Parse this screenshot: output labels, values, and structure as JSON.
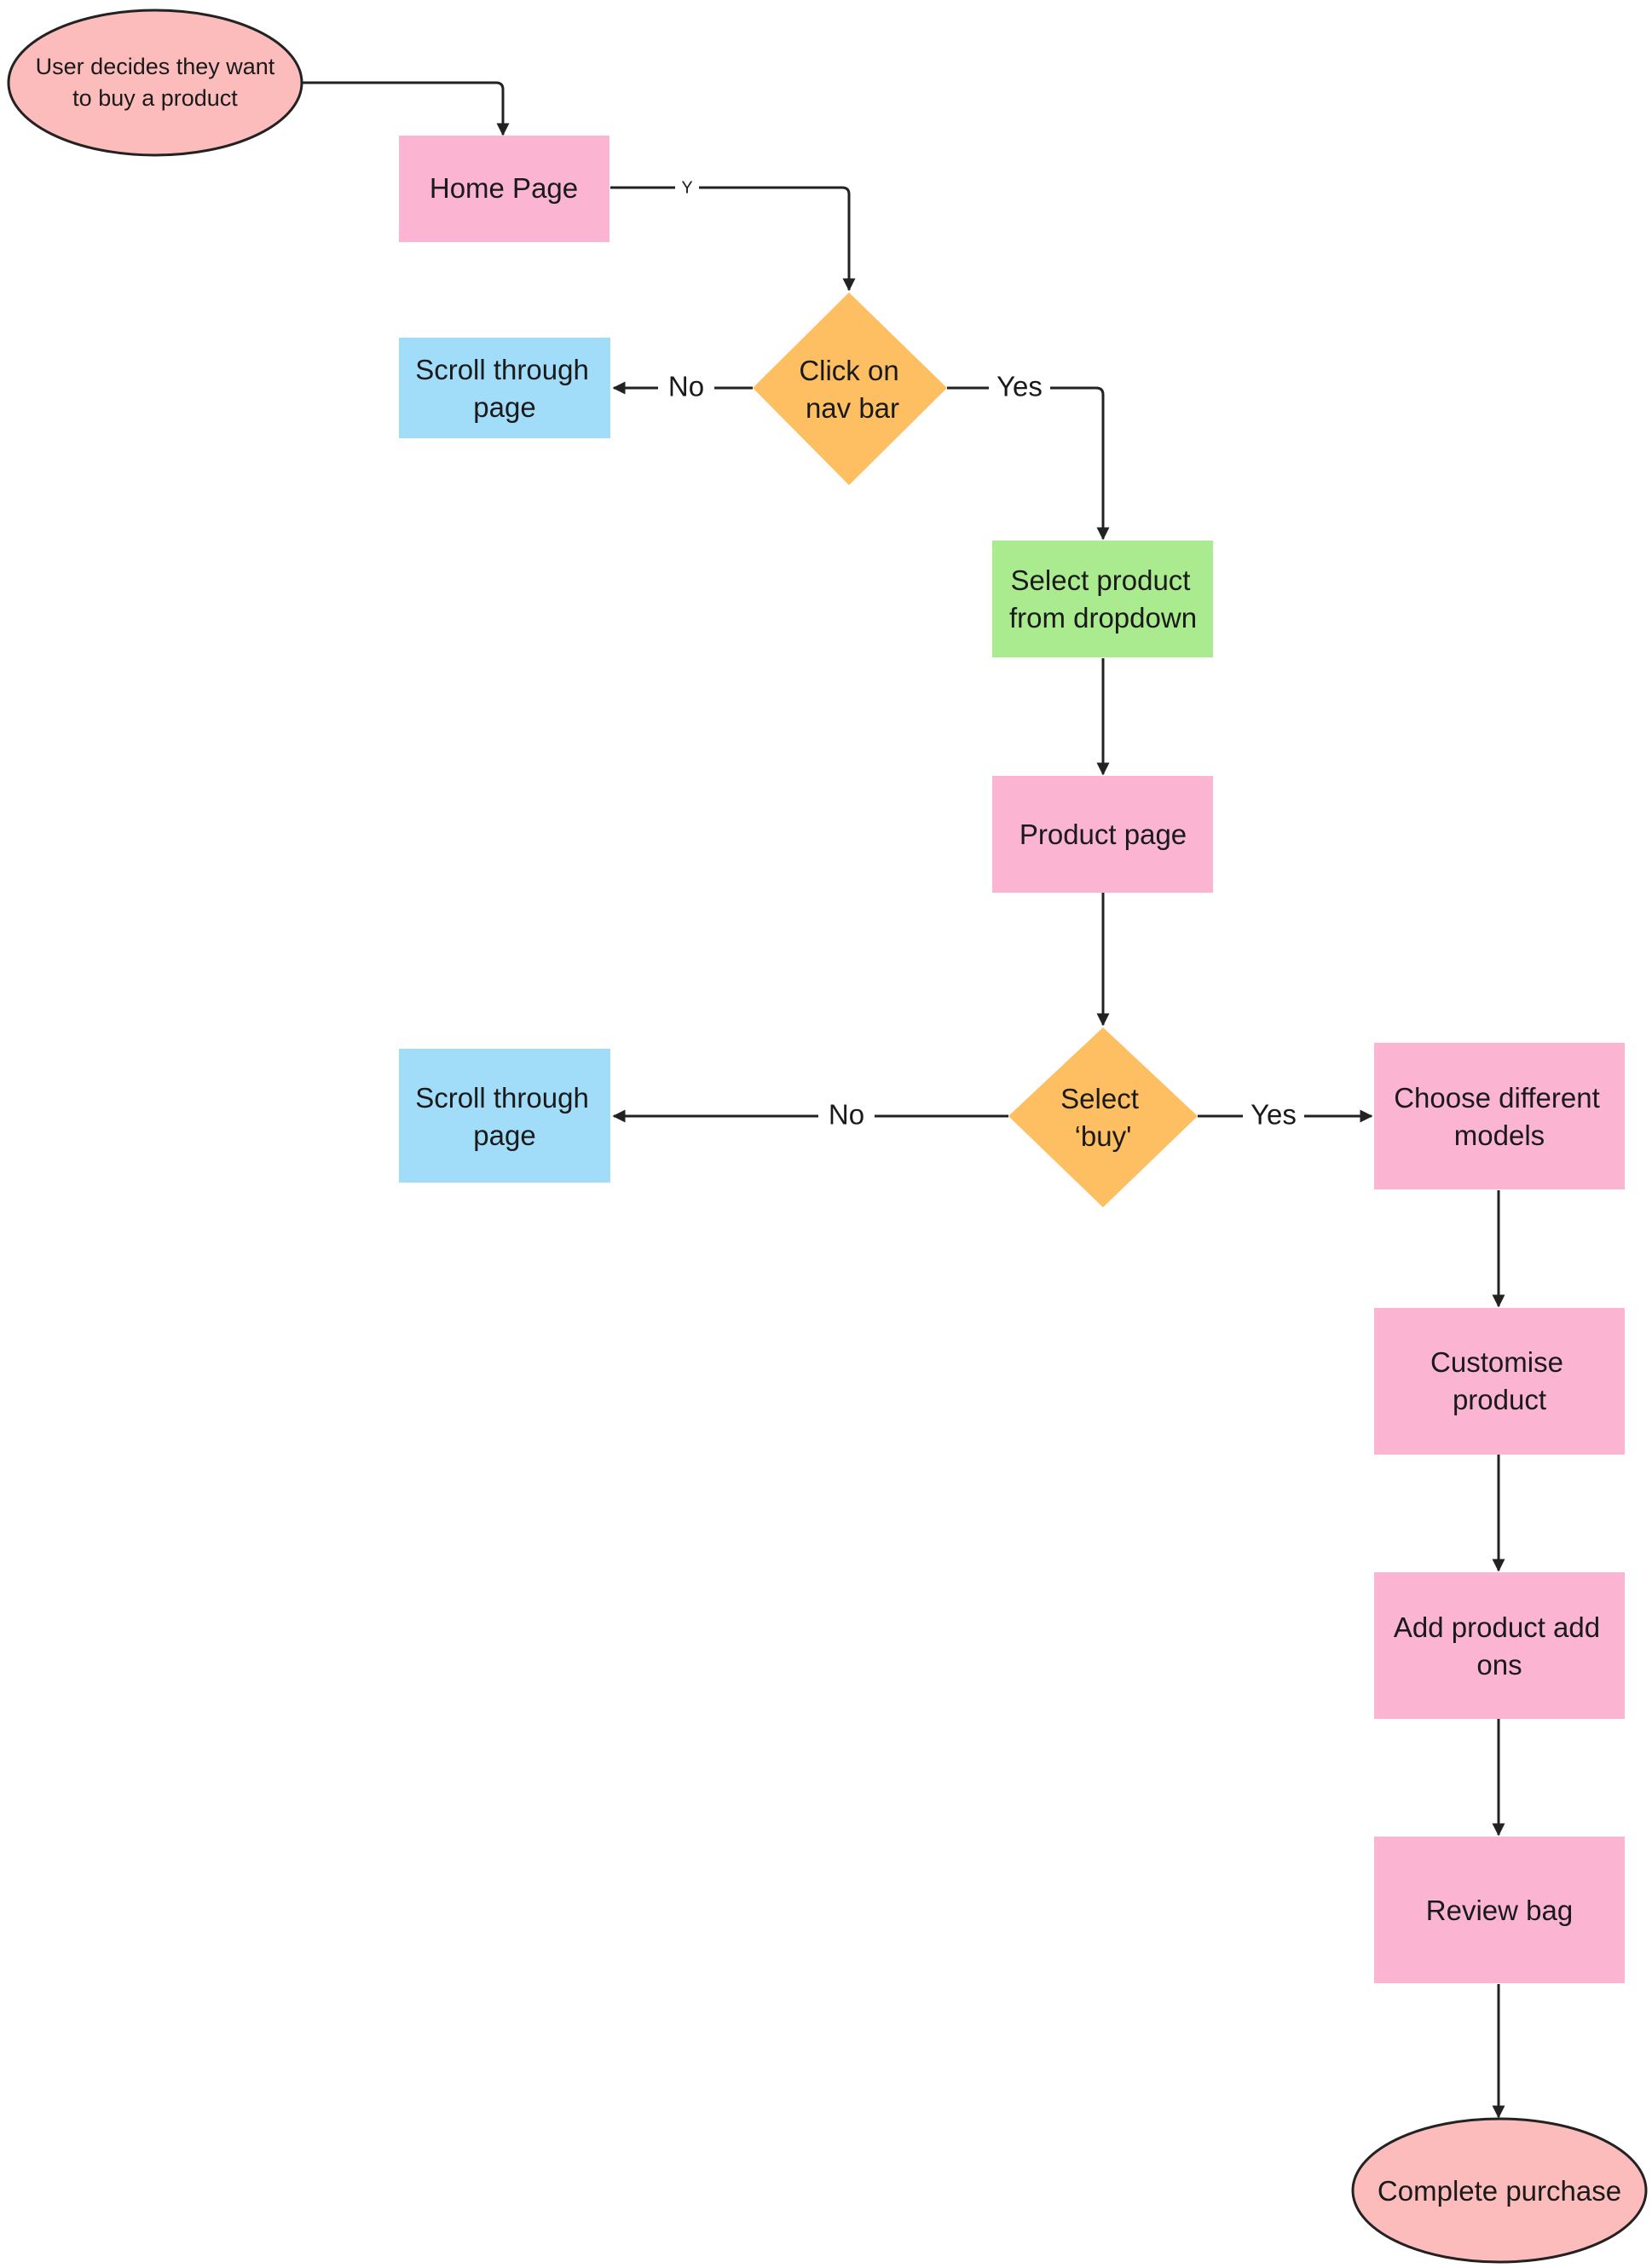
{
  "colors": {
    "terminal_fill": "#fdbcbc",
    "terminal_stroke": "#222222",
    "pink": "#fbb5d3",
    "blue": "#a1dcf8",
    "green": "#aaeb8f",
    "orange": "#fdbf61"
  },
  "nodes": {
    "start": {
      "line1": "User decides they want",
      "line2": "to buy a product"
    },
    "home_page": {
      "line1": "Home Page"
    },
    "click_nav": {
      "line1": "Click on",
      "line2": "nav bar"
    },
    "scroll_top": {
      "line1": "Scroll through",
      "line2": "page"
    },
    "select_dropdown": {
      "line1": "Select product",
      "line2": "from dropdown"
    },
    "product_page": {
      "line1": "Product page"
    },
    "select_buy": {
      "line1": "Select",
      "line2": "‘buy'"
    },
    "scroll_bottom": {
      "line1": "Scroll through",
      "line2": "page"
    },
    "choose_models": {
      "line1": "Choose different",
      "line2": "models"
    },
    "customise": {
      "line1": "Customise",
      "line2": "product"
    },
    "add_ons": {
      "line1": "Add product add",
      "line2": "ons"
    },
    "review_bag": {
      "line1": "Review bag"
    },
    "complete": {
      "line1": "Complete purchase"
    }
  },
  "edge_labels": {
    "home_to_nav": "Y",
    "nav_no": "No",
    "nav_yes": "Yes",
    "buy_no": "No",
    "buy_yes": "Yes"
  }
}
